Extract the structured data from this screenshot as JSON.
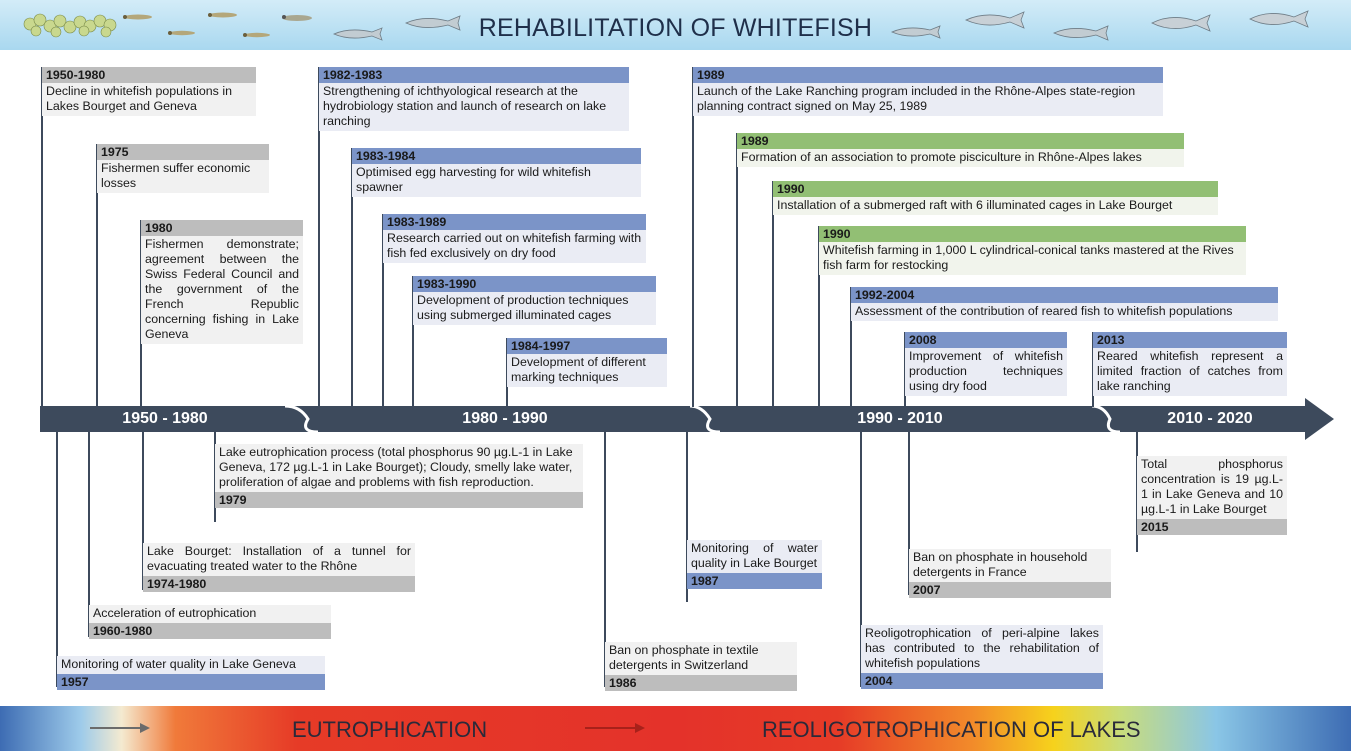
{
  "title": "REHABILITATION OF WHITEFISH",
  "colors": {
    "timeline": "#3d4a5c",
    "grey_bar": "#bdbdbd",
    "blue_bar": "#7b94c8",
    "green_bar": "#92bf74"
  },
  "periods": [
    "1950 - 1980",
    "1980 - 1990",
    "1990 - 2010",
    "2010 - 2020"
  ],
  "top_events": [
    {
      "year": "1950-1980",
      "text": "Decline in whitefish populations in Lakes Bourget and Geneva"
    },
    {
      "year": "1975",
      "text": "Fishermen suffer economic losses"
    },
    {
      "year": "1980",
      "text": "Fishermen demonstrate; agreement between the Swiss Federal Council and the government of the French Republic concerning fishing in Lake Geneva"
    },
    {
      "year": "1982-1983",
      "text": "Strengthening of ichthyological research at the hydrobiology station and launch of research on lake ranching"
    },
    {
      "year": "1983-1984",
      "text": "Optimised egg harvesting for wild whitefish spawner"
    },
    {
      "year": "1983-1989",
      "text": "Research carried out on whitefish farming with fish fed exclusively on dry food"
    },
    {
      "year": "1983-1990",
      "text": "Development of production techniques using submerged illuminated cages"
    },
    {
      "year": "1984-1997",
      "text": "Development of different marking techniques"
    },
    {
      "year": "1989",
      "text": "Launch of the Lake Ranching program included in the Rhône-Alpes state-region planning contract signed on May 25, 1989"
    },
    {
      "year": "1989",
      "text": "Formation of an association to promote pisciculture in Rhône-Alpes lakes"
    },
    {
      "year": "1990",
      "text": "Installation of a submerged raft with 6 illuminated cages in Lake Bourget"
    },
    {
      "year": "1990",
      "text": "Whitefish farming in 1,000 L cylindrical-conical tanks mastered at the Rives fish farm for restocking"
    },
    {
      "year": "1992-2004",
      "text": "Assessment of the contribution of reared fish to whitefish populations"
    },
    {
      "year": "2008",
      "text": "Improvement of whitefish production techniques using dry food"
    },
    {
      "year": "2013",
      "text": "Reared whitefish represent a limited fraction of catches from lake ranching"
    }
  ],
  "bottom_events": [
    {
      "year": "1979",
      "text": "Lake eutrophication process (total phosphorus 90 µg.L-1 in Lake Geneva, 172 µg.L-1 in Lake Bourget); Cloudy, smelly lake water, proliferation of algae and problems with fish reproduction."
    },
    {
      "year": "1974-1980",
      "text": "Lake Bourget: Installation of a tunnel for evacuating treated water to the Rhône"
    },
    {
      "year": "1960-1980",
      "text": "Acceleration of eutrophication"
    },
    {
      "year": "1957",
      "text": "Monitoring of water quality in Lake Geneva"
    },
    {
      "year": "1987",
      "text": "Monitoring of water quality in Lake Bourget"
    },
    {
      "year": "1986",
      "text": "Ban on phosphate in textile detergents in Switzerland"
    },
    {
      "year": "2007",
      "text": "Ban on phosphate in household detergents in France"
    },
    {
      "year": "2004",
      "text": "Reoligotrophication of peri-alpine lakes has contributed to the rehabilitation of whitefish populations"
    },
    {
      "year": "2015",
      "text": "Total phosphorus concentration is 19 µg.L-1 in Lake Geneva and 10 µg.L-1 in Lake Bourget"
    }
  ],
  "bottom_band": {
    "left": "EUTROPHICATION",
    "right": "REOLIGOTROPHICATION OF LAKES"
  }
}
